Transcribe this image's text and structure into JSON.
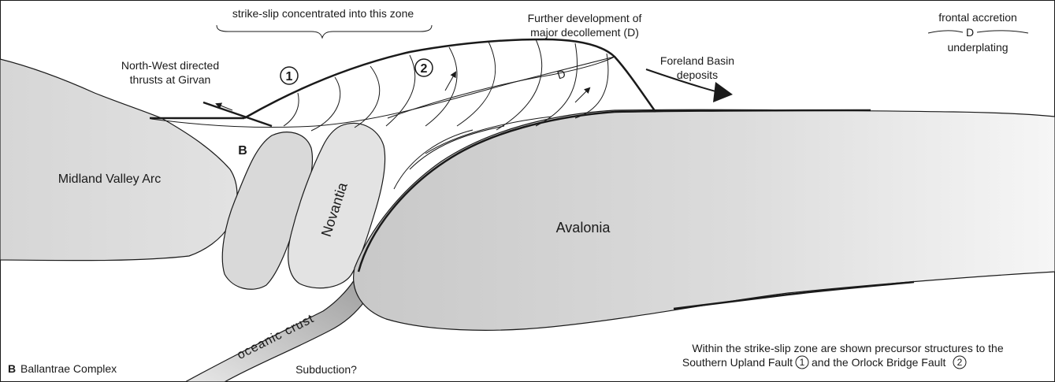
{
  "labels": {
    "strike_slip_zone": "strike-slip concentrated into this zone",
    "further_dev_line1": "Further development of",
    "further_dev_line2": "major decollement (D)",
    "frontal_accretion": "frontal accretion",
    "d_letter": "D",
    "underplating": "underplating",
    "nw_thrusts_line1": "North-West directed",
    "nw_thrusts_line2": "thrusts at Girvan",
    "foreland_line1": "Foreland Basin",
    "foreland_line2": "deposits",
    "fault_1": "1",
    "fault_2": "2",
    "decollement_d": "D",
    "midland_valley": "Midland Valley Arc",
    "b_marker": "B",
    "novantia": "Novantia",
    "avalonia": "Avalonia",
    "oceanic_crust": "oceanic crust",
    "subduction": "Subduction?",
    "legend_b": "B",
    "legend_ballantrae": "Ballantrae Complex",
    "footnote_line1": "Within the strike-slip zone are shown precursor structures to the",
    "footnote_line2a": "Southern Upland Fault",
    "footnote_line2_num1": "1",
    "footnote_line2b": "and the Orlock Bridge Fault",
    "footnote_line2_num2": "2"
  },
  "colors": {
    "outline": "#1a1a1a",
    "block_grey": "#d9d9d9",
    "avalonia_dark": "#cfcfcf",
    "avalonia_light": "#f4f4f4",
    "oceanic_crust_fill": "#bdbdbd"
  }
}
